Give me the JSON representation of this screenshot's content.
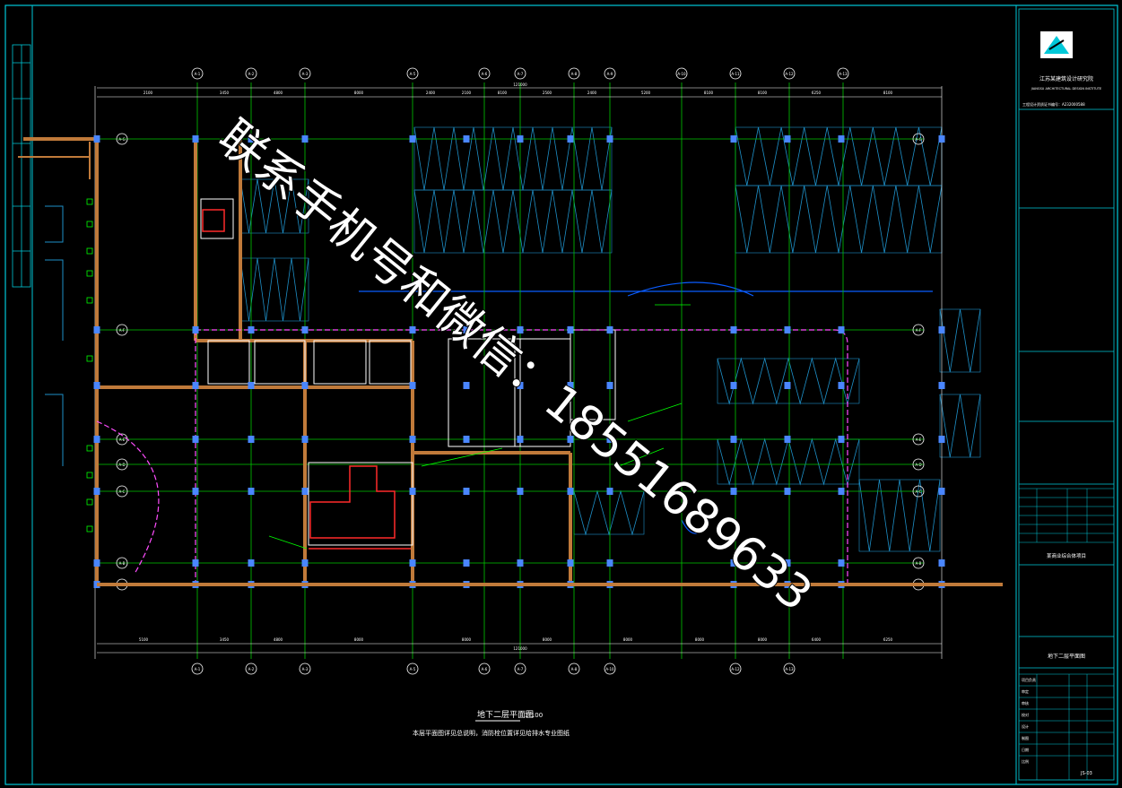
{
  "drawing": {
    "watermark_text": "联系手机号和微信：18551689633",
    "title": "地下二层平面图",
    "scale": "1:100",
    "note": "本层平面图详见总说明，消防栓位置详见给排水专业图纸",
    "grid_top": [
      "A-1",
      "A-2",
      "A-3",
      "A-5",
      "A-6",
      "A-7",
      "A-8",
      "A-9",
      "A-10",
      "A-11",
      "A-12",
      "A-13"
    ],
    "grid_bottom": [
      "A-1",
      "A-2",
      "A-3",
      "A-5",
      "A-6",
      "A-7",
      "A-8",
      "A-10",
      "A-12",
      "A-13"
    ],
    "grid_left": [
      "A-G",
      "A-F",
      "A-E",
      "A-D",
      "A-C",
      "A-B",
      "A-A"
    ],
    "grid_right": [
      "A-G",
      "A-F",
      "A-E",
      "A-D",
      "A-C",
      "A-B",
      "A-A"
    ],
    "dims_top": [
      "2100",
      "3450",
      "4800",
      "8000",
      "2400",
      "2100",
      "8100",
      "2500",
      "2400",
      "5200",
      "8100",
      "8100",
      "6250",
      "8100"
    ],
    "dims_bottom": [
      "5100",
      "3450",
      "4800",
      "8000",
      "8000",
      "8000",
      "8000",
      "8000",
      "8000",
      "6400",
      "6250"
    ],
    "dim_total": "121000"
  },
  "title_block": {
    "company": "江苏某建筑设计研究院",
    "company_en": "JIANGSU ARCHITECTURAL DESIGN INSTITUTE",
    "cert": "工程设计资质证书编号：A232000588",
    "project": "某商业综合体项目",
    "sheet_title": "地下二层平面图",
    "drawing_no": "JS-03",
    "rows": [
      "项目负责",
      "审定",
      "审核",
      "校对",
      "设计",
      "制图",
      "日期",
      "比例"
    ]
  },
  "icons": {
    "logo": "building-logo-icon",
    "north": "door-swing-icon"
  },
  "colors": {
    "wall": "#c07a3a",
    "grid": "#00c800",
    "column": "#4a86ff",
    "room_outline": "#ffffff",
    "fire_zone": "#ff4dff",
    "duct": "#0a5cff",
    "cyan": "#00c8d8"
  }
}
